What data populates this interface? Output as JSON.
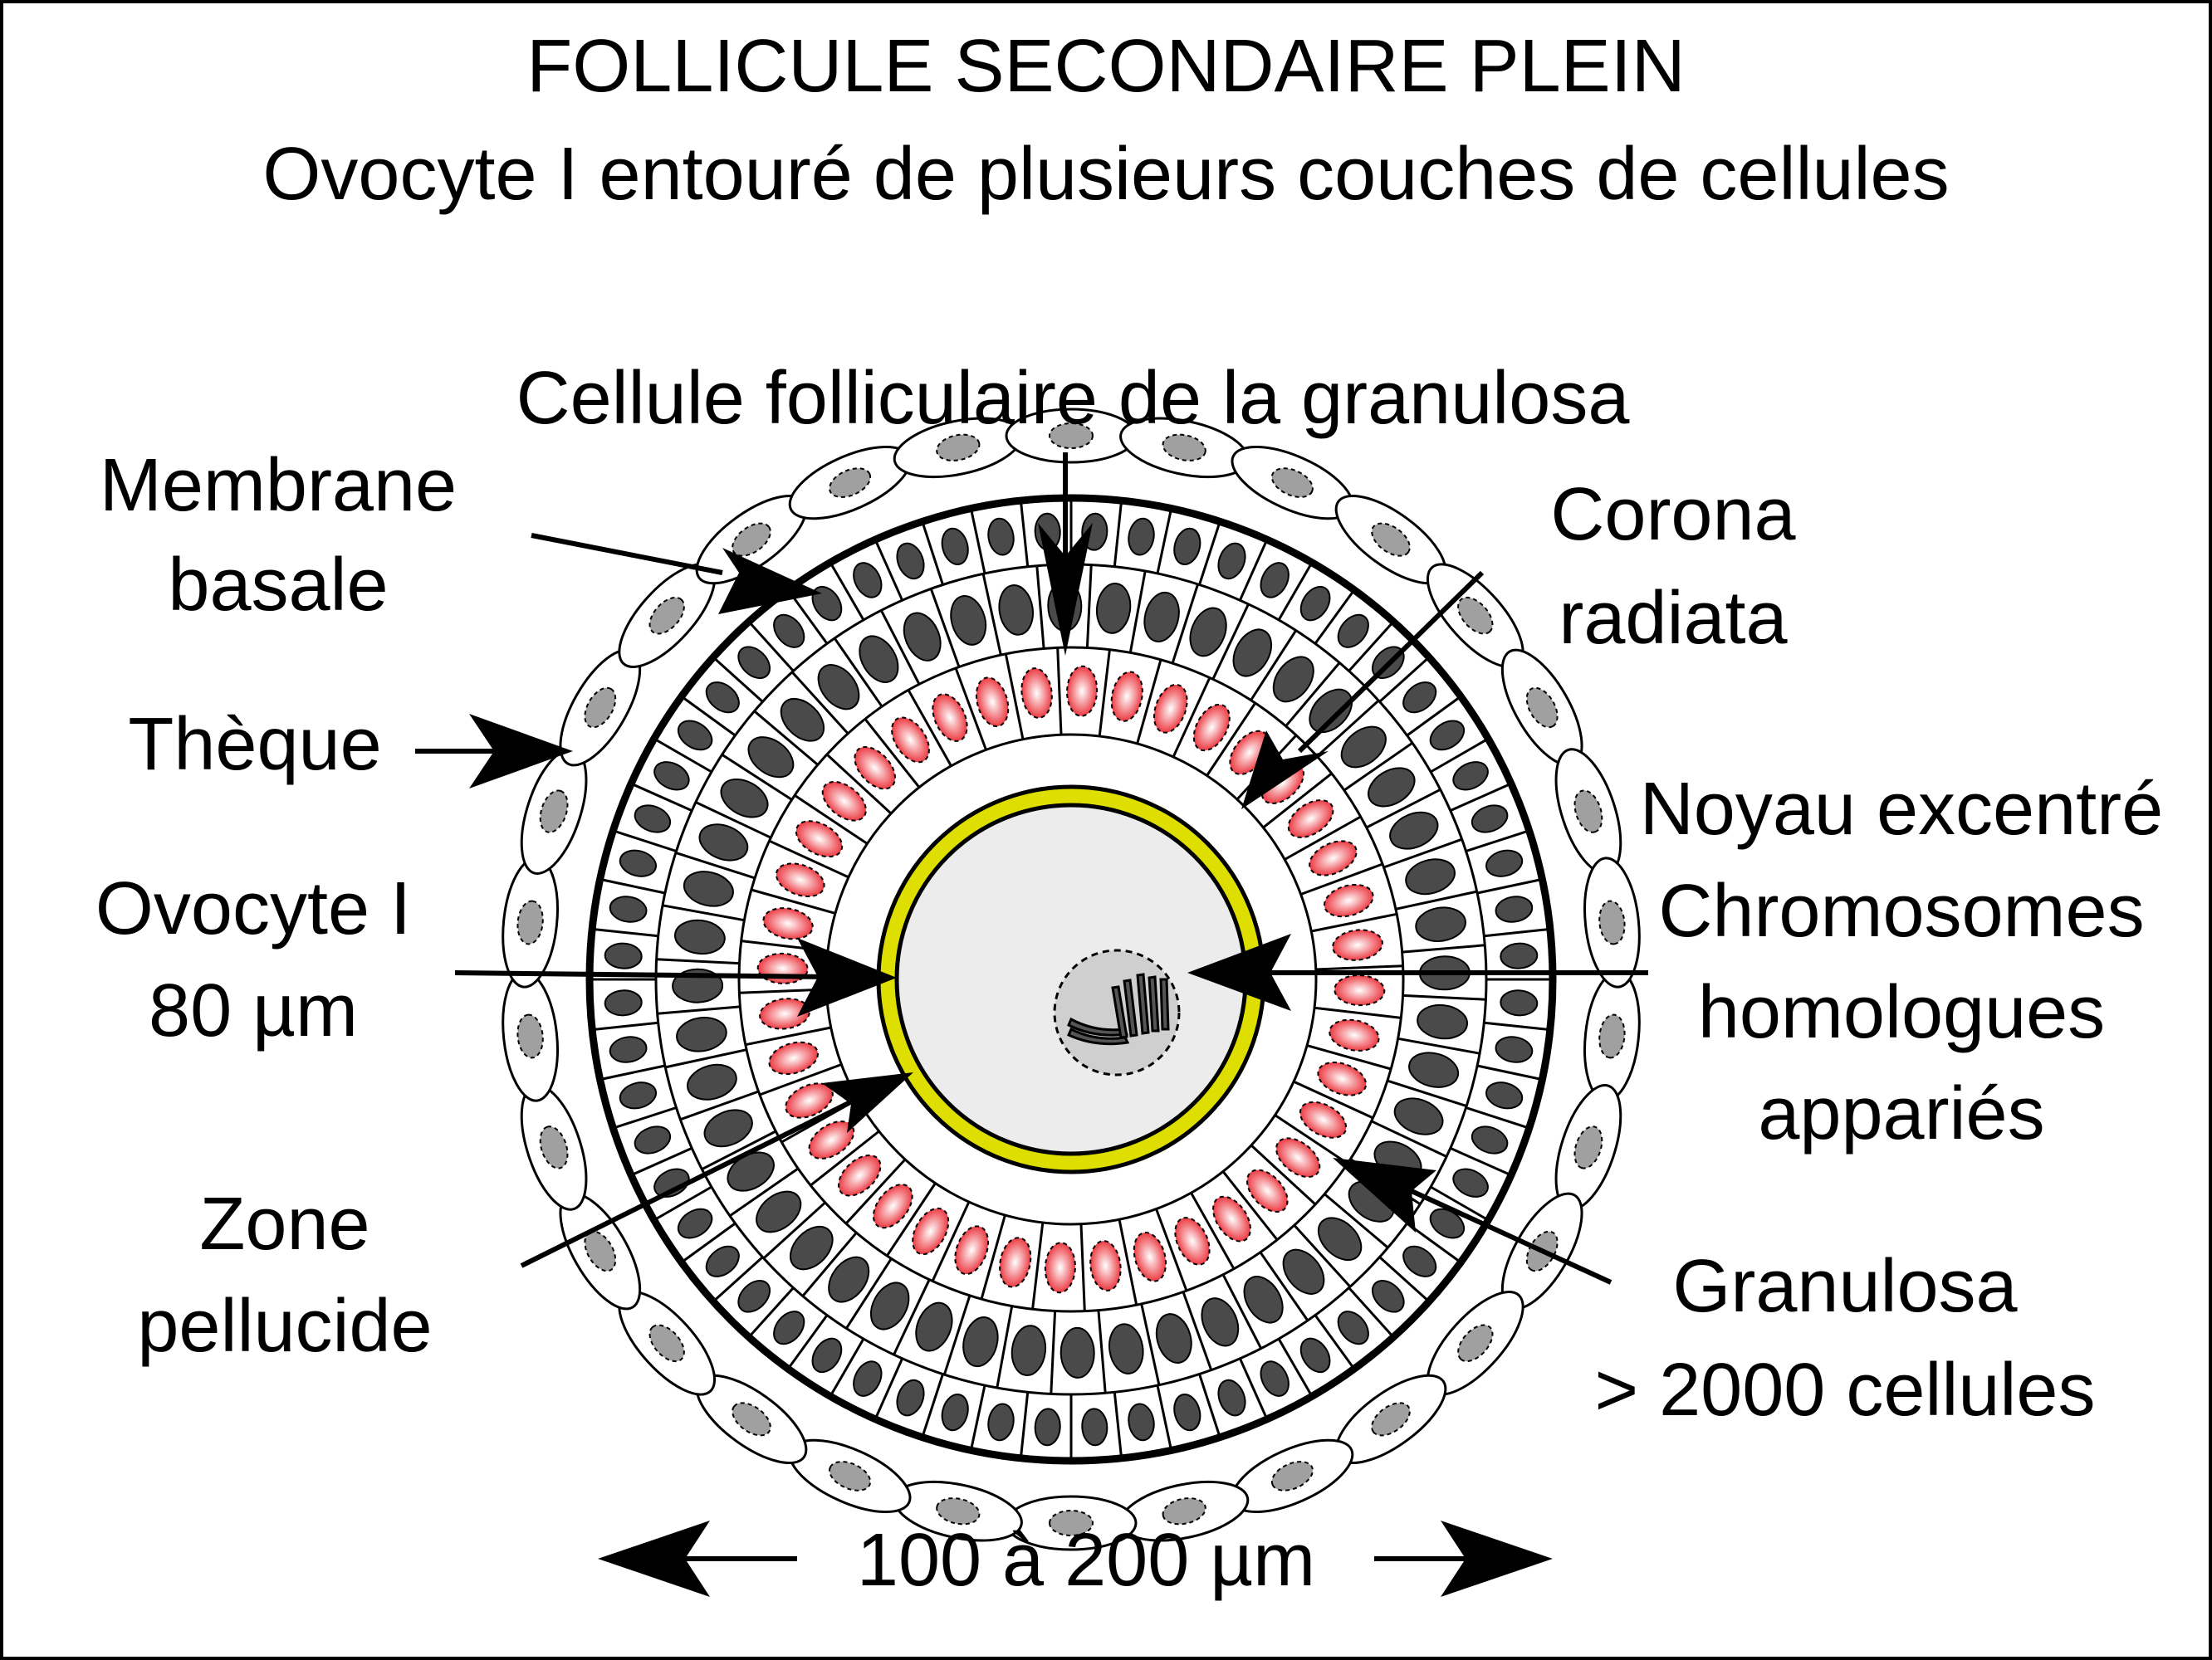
{
  "title": "FOLLICULE SECONDAIRE PLEIN",
  "subtitle": "Ovocyte I entouré de plusieurs couches de cellules",
  "labels": {
    "granulosa_cell": "Cellule folliculaire de la granulosa",
    "membrane_1": "Membrane",
    "membrane_2": "basale",
    "corona_1": "Corona",
    "corona_2": "radiata",
    "theque": "Thèque",
    "noyau_1": "Noyau excentré",
    "noyau_2": "Chromosomes",
    "noyau_3": "homologues",
    "noyau_4": "appariés",
    "ovocyte_1": "Ovocyte I",
    "ovocyte_2": "80 µm",
    "zone_1": "Zone",
    "zone_2": "pellucide",
    "granulosa_1": "Granulosa",
    "granulosa_2": "> 2000 cellules",
    "scale": "100 à 200 µm"
  },
  "colors": {
    "zona": "#dede00",
    "oocyte": "#ececec",
    "granulosa_nucleus": "#4a4a4a",
    "corona_nucleus": "#e8141e",
    "theca_nucleus": "#a0a0a0",
    "nucleus_region": "#cfcfcf",
    "chromosome": "#555555"
  }
}
